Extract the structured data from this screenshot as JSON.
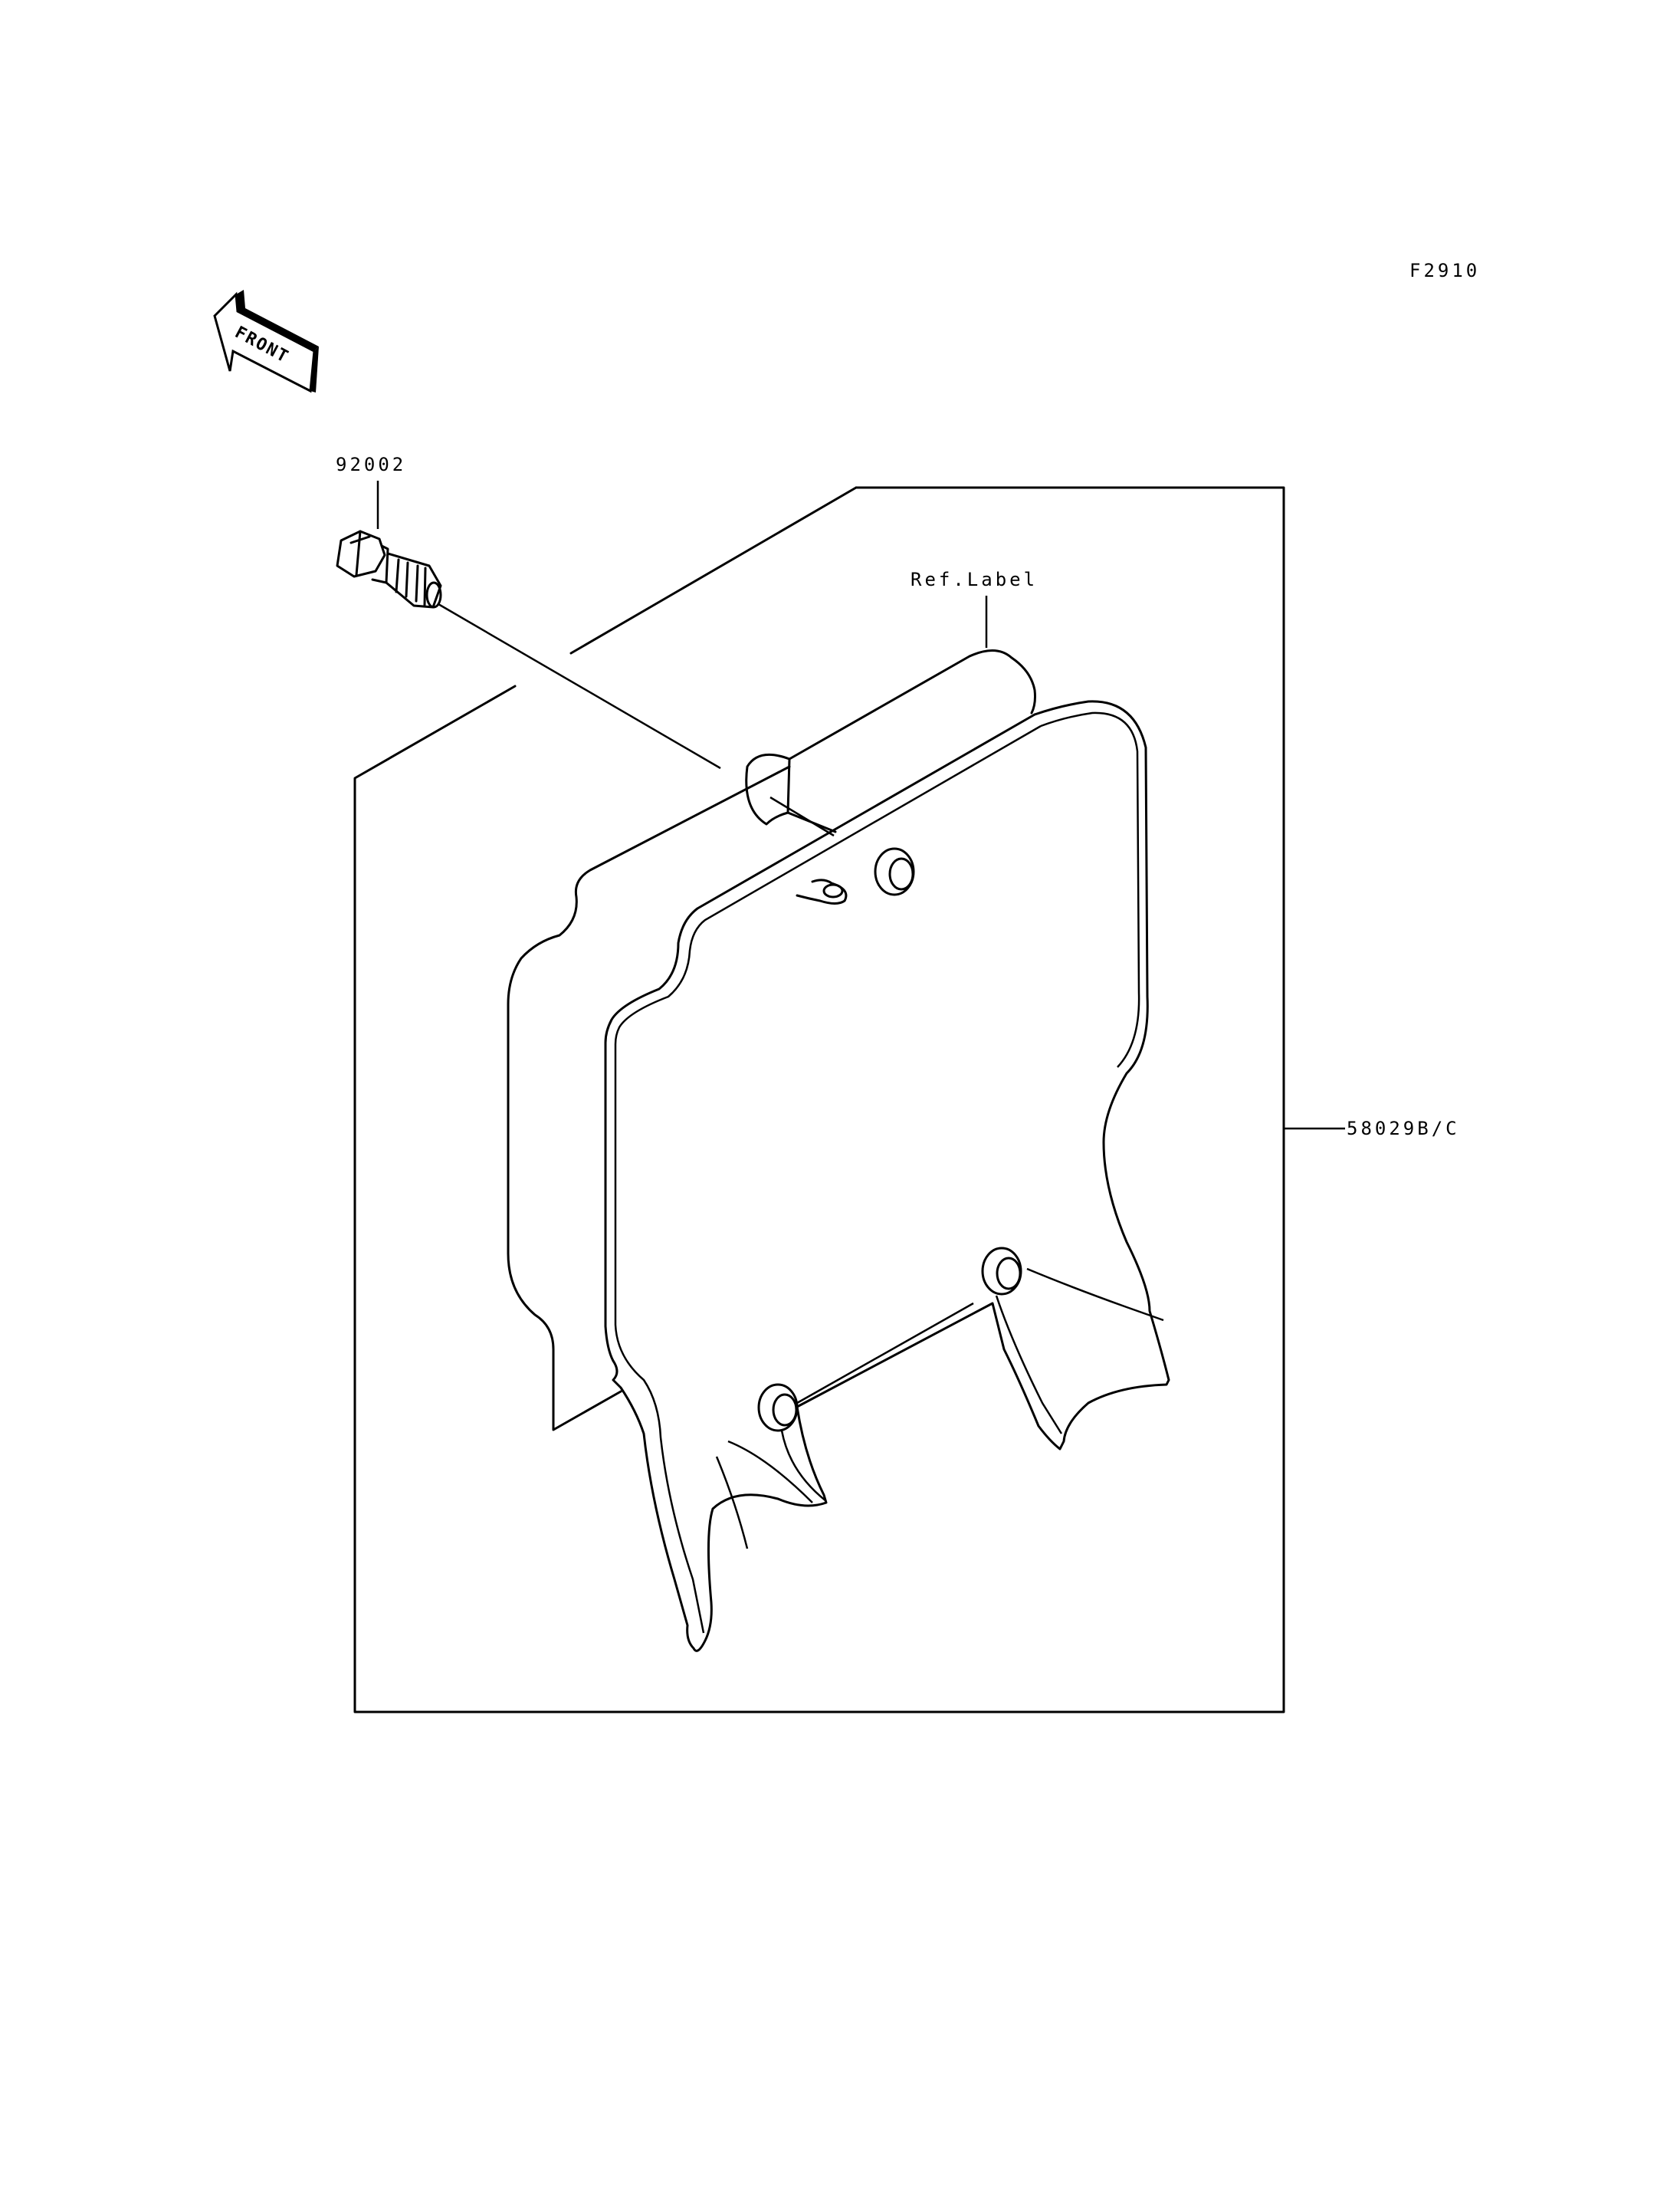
{
  "figure_code": "F2910",
  "front_indicator": "FRONT",
  "callouts": {
    "bolt": "92002",
    "label": "Ref.Label",
    "assembly": "58029B/C"
  },
  "colors": {
    "ink": "#000000",
    "background": "#ffffff"
  }
}
